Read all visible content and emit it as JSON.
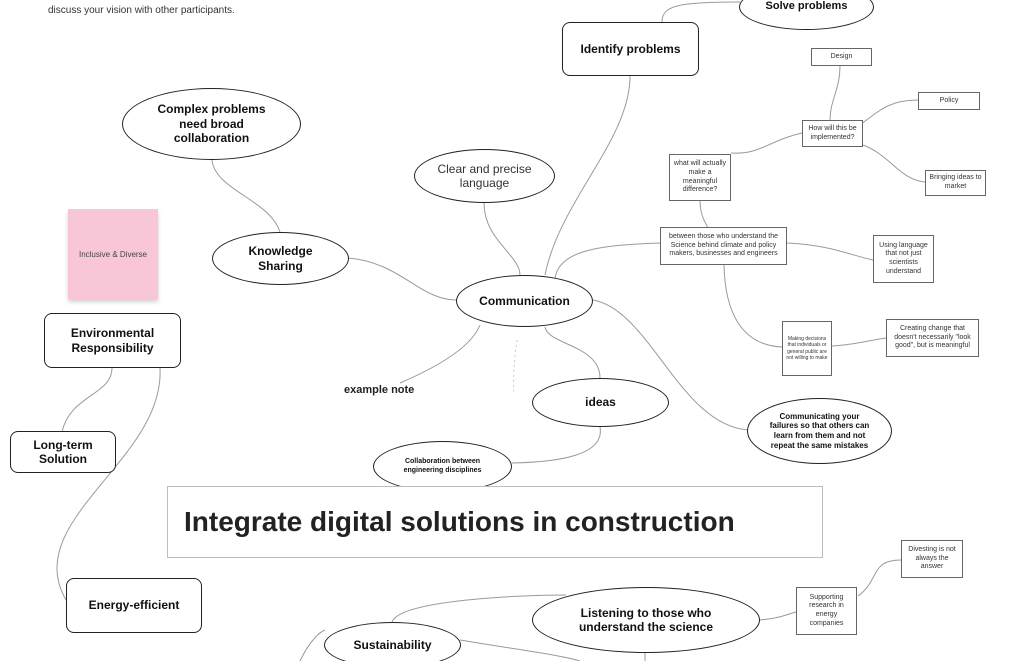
{
  "board": {
    "intro_text": "discuss your vision with other participants."
  },
  "title": "Integrate digital solutions in construction",
  "nodes": {
    "solve_problems": "Solve problems",
    "identify_problems": "Identify problems",
    "design": "Design",
    "policy": "Policy",
    "how_implemented": "How will this be implemented?",
    "bringing_ideas": "Bringing ideas to market",
    "meaningful_difference": "what will actually make a meaningful difference?",
    "complex_problems": "Complex problems need broad collaboration",
    "clear_language": "Clear and precise language",
    "between_those": "between those who understand the Science behind climate and policy makers, businesses and engineers",
    "using_language": "Using language that not just scientists understand",
    "inclusive": "Inclusive & Diverse",
    "knowledge_sharing": "Knowledge Sharing",
    "communication": "Communication",
    "environmental": "Environmental Responsibility",
    "making_decisions": "Making decisions that individuals or general public are not willing to make",
    "creating_change": "Creating change that doesn't necessarily \"look good\", but is meaningful",
    "example_note": "example note",
    "ideas": "ideas",
    "communicating_failures": "Communicating your failures so that others can learn from them and not repeat the same mistakes",
    "long_term": "Long-term Solution",
    "collaboration_eng": "Collaboration between engineering disciplines",
    "divesting": "Divesting is not always the answer",
    "energy_efficient": "Energy-efficient",
    "listening": "Listening to those who understand the science",
    "supporting_research": "Supporting research in energy companies",
    "sustainability": "Sustainability"
  },
  "colors": {
    "sticky": "#f9c6d8",
    "connector": "#9a9a9a",
    "border": "#222222",
    "frame_border": "#bdbdbd"
  }
}
